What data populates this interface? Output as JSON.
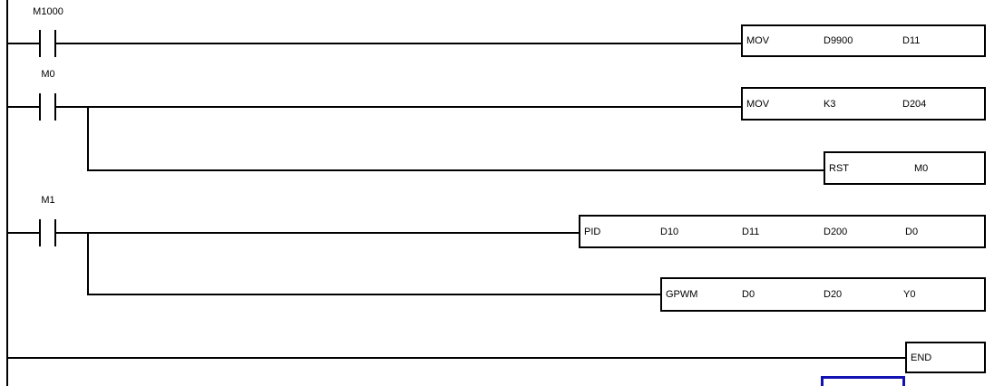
{
  "colors": {
    "line": "#000000",
    "background": "#ffffff",
    "selection": "#1212b2"
  },
  "rungs": [
    {
      "contact_label": "M1000",
      "instructions": [
        {
          "op": "MOV",
          "operands": [
            "D9900",
            "D11"
          ]
        }
      ]
    },
    {
      "contact_label": "M0",
      "instructions": [
        {
          "op": "MOV",
          "operands": [
            "K3",
            "D204"
          ]
        },
        {
          "op": "RST",
          "operands": [
            "M0"
          ]
        }
      ]
    },
    {
      "contact_label": "M1",
      "instructions": [
        {
          "op": "PID",
          "operands": [
            "D10",
            "D11",
            "D200",
            "D0"
          ]
        },
        {
          "op": "GPWM",
          "operands": [
            "D0",
            "D20",
            "Y0"
          ]
        }
      ]
    },
    {
      "contact_label": "",
      "instructions": [
        {
          "op": "END",
          "operands": []
        }
      ]
    }
  ]
}
